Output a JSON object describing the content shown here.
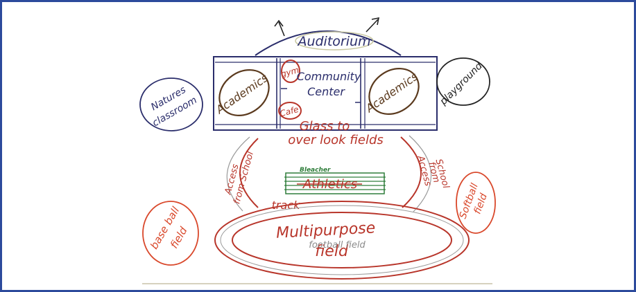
{
  "labels": {
    "auditorium": "Auditorium",
    "academics_left": "Academics",
    "academics_right": "Academics",
    "gym": "gym",
    "community_center_1": "Community",
    "community_center_2": "Center",
    "cafe": "Cafe",
    "playground": "playground",
    "natures_classroom_1": "Natures",
    "natures_classroom_2": "classroom",
    "glass_1": "Glass to",
    "glass_2": "over look fields",
    "bleacher": "Bleacher",
    "athletics": "Athletics",
    "access_left_1": "Access",
    "access_left_2": "from School",
    "access_right_1": "Access",
    "access_right_2": "from",
    "access_right_3": "School",
    "track": "track",
    "multipurpose_1": "Multipurpose",
    "multipurpose_2": "field",
    "football_field": "football field",
    "baseball_1": "base ball",
    "baseball_2": "field",
    "softball_1": "Softball",
    "softball_2": "field"
  },
  "colors": {
    "frame": "#2c4a9c",
    "dark_blue": "#2a2d6b",
    "brown": "#5b3a1e",
    "red": "#b8352a",
    "orange_red": "#d9482b",
    "green": "#2e7d3a",
    "gray": "#8a8a8a",
    "black": "#222222"
  }
}
